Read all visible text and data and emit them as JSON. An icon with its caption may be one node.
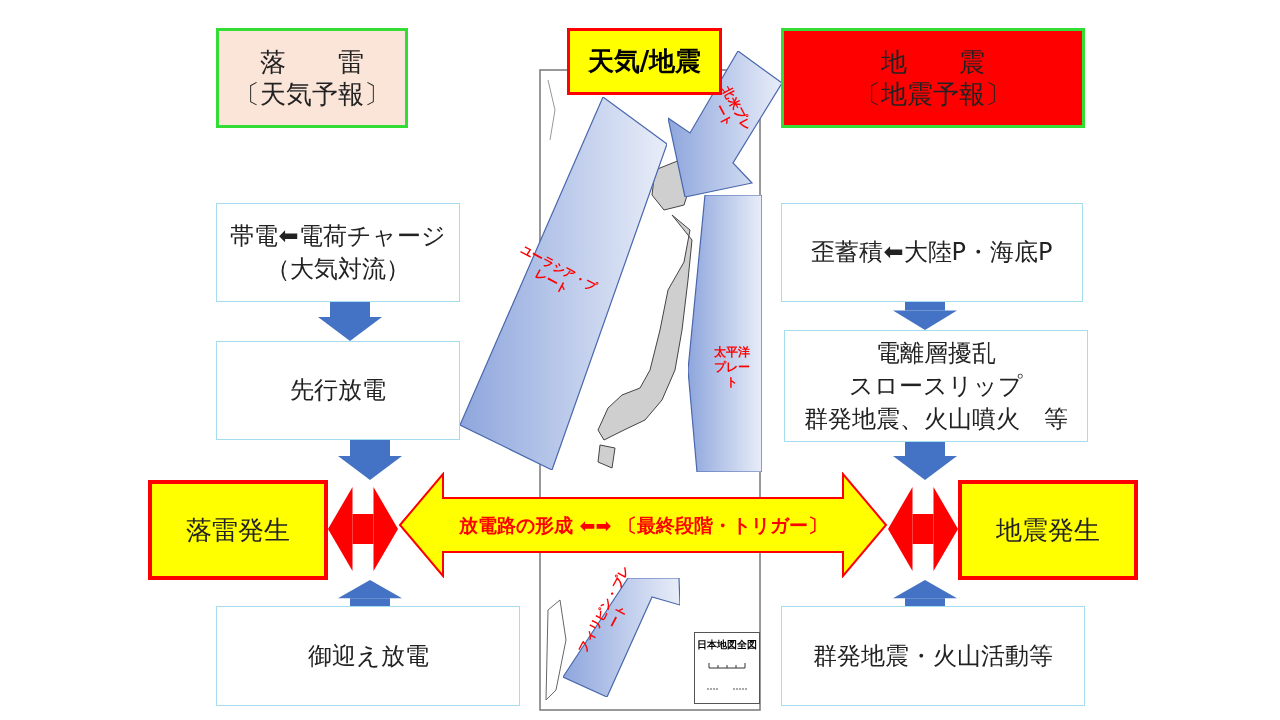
{
  "diagram": {
    "nodes": [
      {
        "text": [
          "落　　雷",
          "〔天気予報〕"
        ]
      },
      {
        "text": [
          "天気/地震"
        ]
      },
      {
        "text": [
          "地　　震",
          "〔地震予報〕"
        ]
      },
      {
        "text": [
          "帯電⬅電荷チャージ",
          "（大気対流）"
        ]
      },
      {
        "text": [
          "歪蓄積⬅大陸P・海底P"
        ]
      },
      {
        "text": [
          "先行放電"
        ]
      },
      {
        "text": [
          "電離層擾乱",
          "スロースリップ",
          "群発地震、火山噴火　等"
        ]
      },
      {
        "text": [
          "落雷発生"
        ]
      },
      {
        "text": [
          "放電路の形成 ⬅➡ 〔最終段階・トリガー〕"
        ]
      },
      {
        "text": [
          "地震発生"
        ]
      },
      {
        "text": [
          "御迎え放電"
        ]
      },
      {
        "text": [
          "群発地震・火山活動等"
        ]
      },
      {
        "text": [
          "ユーラシア・プレート"
        ]
      },
      {
        "text": [
          "北米プレート"
        ]
      },
      {
        "text": [
          "太平洋プレート"
        ]
      },
      {
        "text": [
          "フィリピン・プレート"
        ]
      },
      {
        "text": [
          "日本地図全図"
        ]
      }
    ],
    "edges": [
      {
        "from": 3,
        "to": 5,
        "arrow": "to"
      },
      {
        "from": 5,
        "to": 7,
        "arrow": "to"
      },
      {
        "from": 10,
        "to": 7,
        "arrow": "to"
      },
      {
        "from": 4,
        "to": 6,
        "arrow": "to"
      },
      {
        "from": 6,
        "to": 9,
        "arrow": "to"
      },
      {
        "from": 11,
        "to": 9,
        "arrow": "to"
      },
      {
        "from": 7,
        "to": 8,
        "arrow": "both",
        "color": "#ff0000"
      },
      {
        "from": 8,
        "to": 9,
        "arrow": "both",
        "color": "#ff0000"
      }
    ]
  }
}
